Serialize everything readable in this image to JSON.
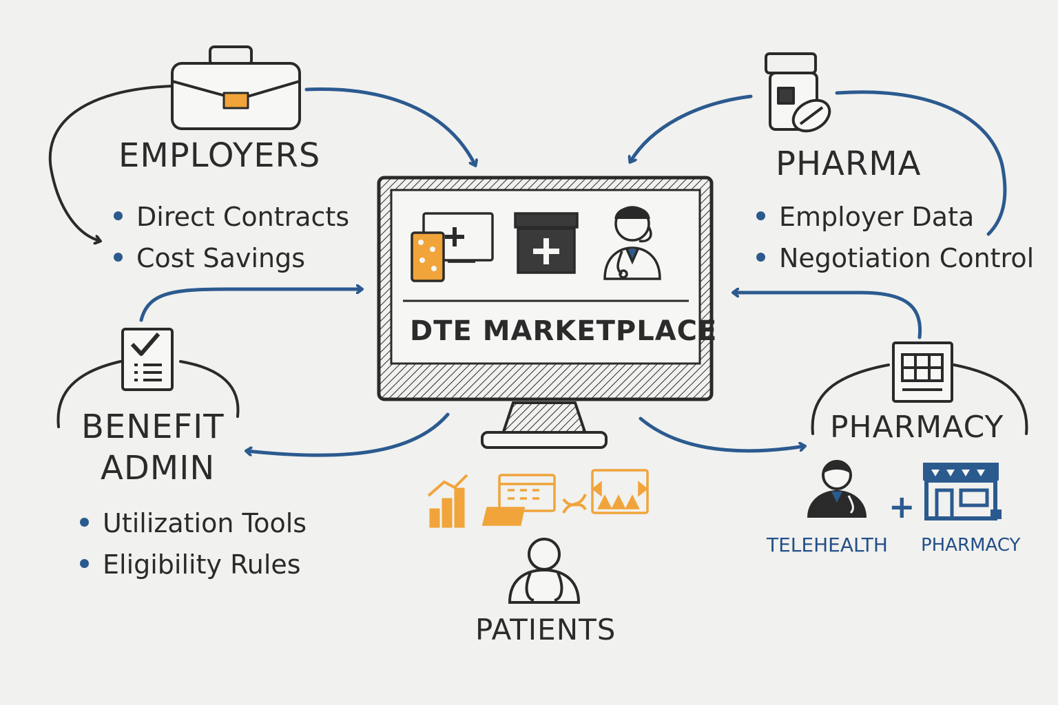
{
  "center": {
    "title": "DTE MARKETPLACE"
  },
  "employers": {
    "heading": "EMPLOYERS",
    "bullets": [
      "Direct Contracts",
      "Cost Savings"
    ]
  },
  "pharma": {
    "heading": "PHARMA",
    "bullets": [
      "Employer Data",
      "Negotiation Control"
    ]
  },
  "benefit_admin": {
    "heading_line1": "BENEFIT",
    "heading_line2": "ADMIN",
    "bullets": [
      "Utilization Tools",
      "Eligibility Rules"
    ]
  },
  "pharmacy": {
    "heading": "PHARMACY",
    "sub_left": "TELEHEALTH",
    "plus": "+",
    "sub_right": "PHARMACY"
  },
  "patients": {
    "heading": "PATIENTS"
  },
  "colors": {
    "ink": "#2a2a2a",
    "blue": "#2b5a8f",
    "orange": "#f0a43a"
  },
  "icons": [
    "briefcase-icon",
    "pill-bottle-icon",
    "checklist-icon",
    "pharmacy-shelf-icon",
    "computer-monitor-icon",
    "telehealth-device-icon",
    "clinic-icon",
    "doctor-headset-icon",
    "bar-chart-icon",
    "calendar-icon",
    "dna-icon",
    "media-panel-icon",
    "patient-icon",
    "doctor-icon",
    "storefront-icon"
  ]
}
